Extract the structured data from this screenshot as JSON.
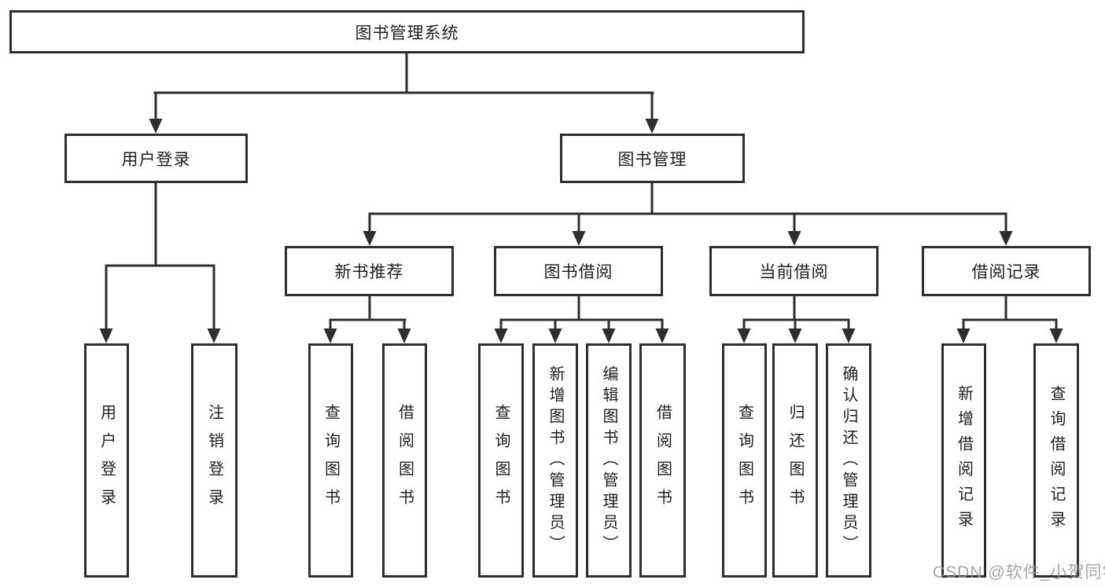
{
  "diagram_type": "hierarchy-tree",
  "tree": {
    "label": "图书管理系统",
    "children": [
      {
        "label": "用户登录",
        "children": [
          {
            "label": "用户登录"
          },
          {
            "label": "注销登录"
          }
        ]
      },
      {
        "label": "图书管理",
        "children": [
          {
            "label": "新书推荐",
            "children": [
              {
                "label": "查询图书"
              },
              {
                "label": "借阅图书"
              }
            ]
          },
          {
            "label": "图书借阅",
            "children": [
              {
                "label": "查询图书"
              },
              {
                "label": "新增图书（管理员）"
              },
              {
                "label": "编辑图书（管理员）"
              },
              {
                "label": "借阅图书"
              }
            ]
          },
          {
            "label": "当前借阅",
            "children": [
              {
                "label": "查询图书"
              },
              {
                "label": "归还图书"
              },
              {
                "label": "确认归还（管理员）"
              }
            ]
          },
          {
            "label": "借阅记录",
            "children": [
              {
                "label": "新增借阅记录"
              },
              {
                "label": "查询借阅记录"
              }
            ]
          }
        ]
      }
    ]
  },
  "watermark": {
    "text": "CSDN @软件_小贺同学"
  },
  "colors": {
    "line": "#2e2e2e",
    "text": "#1f1f1f",
    "watermark": "#969696",
    "background": "#ffffff"
  }
}
